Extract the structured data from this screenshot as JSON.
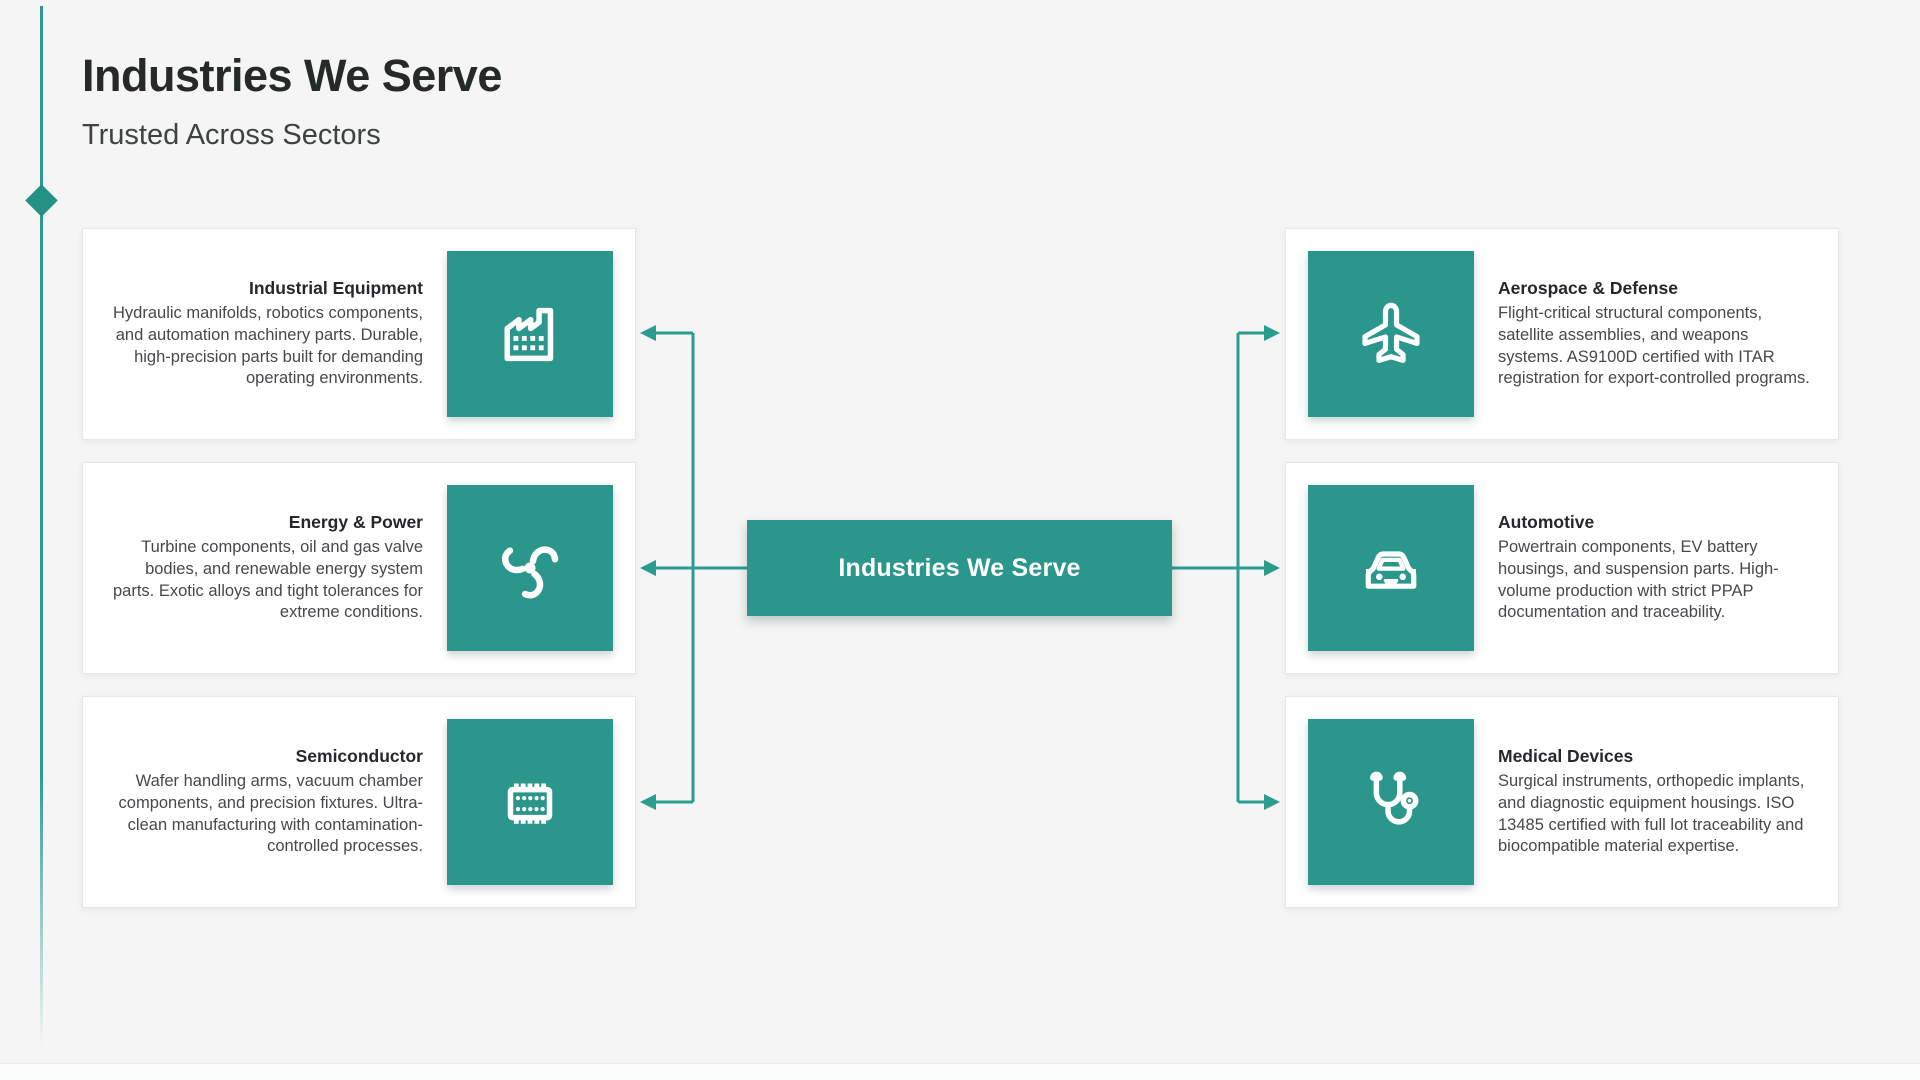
{
  "header": {
    "title": "Industries We Serve",
    "subtitle": "Trusted Across Sectors"
  },
  "center_node": {
    "label": "Industries We Serve"
  },
  "colors": {
    "teal_box": "#2a968c",
    "teal_line": "#2a9d8f",
    "accent_diamond": "#249184",
    "background": "#f4f5f4",
    "card_background": "#ffffff",
    "title_text": "#25292a",
    "body_text": "#45494b"
  },
  "cards": {
    "left": [
      {
        "icon": "factory-icon",
        "title": "Industrial Equipment",
        "description": "Hydraulic manifolds, robotics components, and automation machinery parts. Durable, high-precision parts built for demanding operating environments."
      },
      {
        "icon": "turbine-icon",
        "title": "Energy & Power",
        "description": "Turbine components, oil and gas valve bodies, and renewable energy system parts. Exotic alloys and tight tolerances for extreme conditions."
      },
      {
        "icon": "chip-icon",
        "title": "Semiconductor",
        "description": "Wafer handling arms, vacuum chamber components, and precision fixtures. Ultra-clean manufacturing with contamination-controlled processes."
      }
    ],
    "right": [
      {
        "icon": "airplane-icon",
        "title": "Aerospace & Defense",
        "description": "Flight-critical structural components, satellite assemblies, and weapons systems. AS9100D certified with ITAR registration for export-controlled programs."
      },
      {
        "icon": "car-icon",
        "title": "Automotive",
        "description": "Powertrain components, EV battery housings, and suspension parts. High-volume production with strict PPAP documentation and traceability."
      },
      {
        "icon": "stethoscope-icon",
        "title": "Medical Devices",
        "description": "Surgical instruments, orthopedic implants, and diagnostic equipment housings. ISO 13485 certified with full lot traceability and biocompatible material expertise."
      }
    ]
  }
}
